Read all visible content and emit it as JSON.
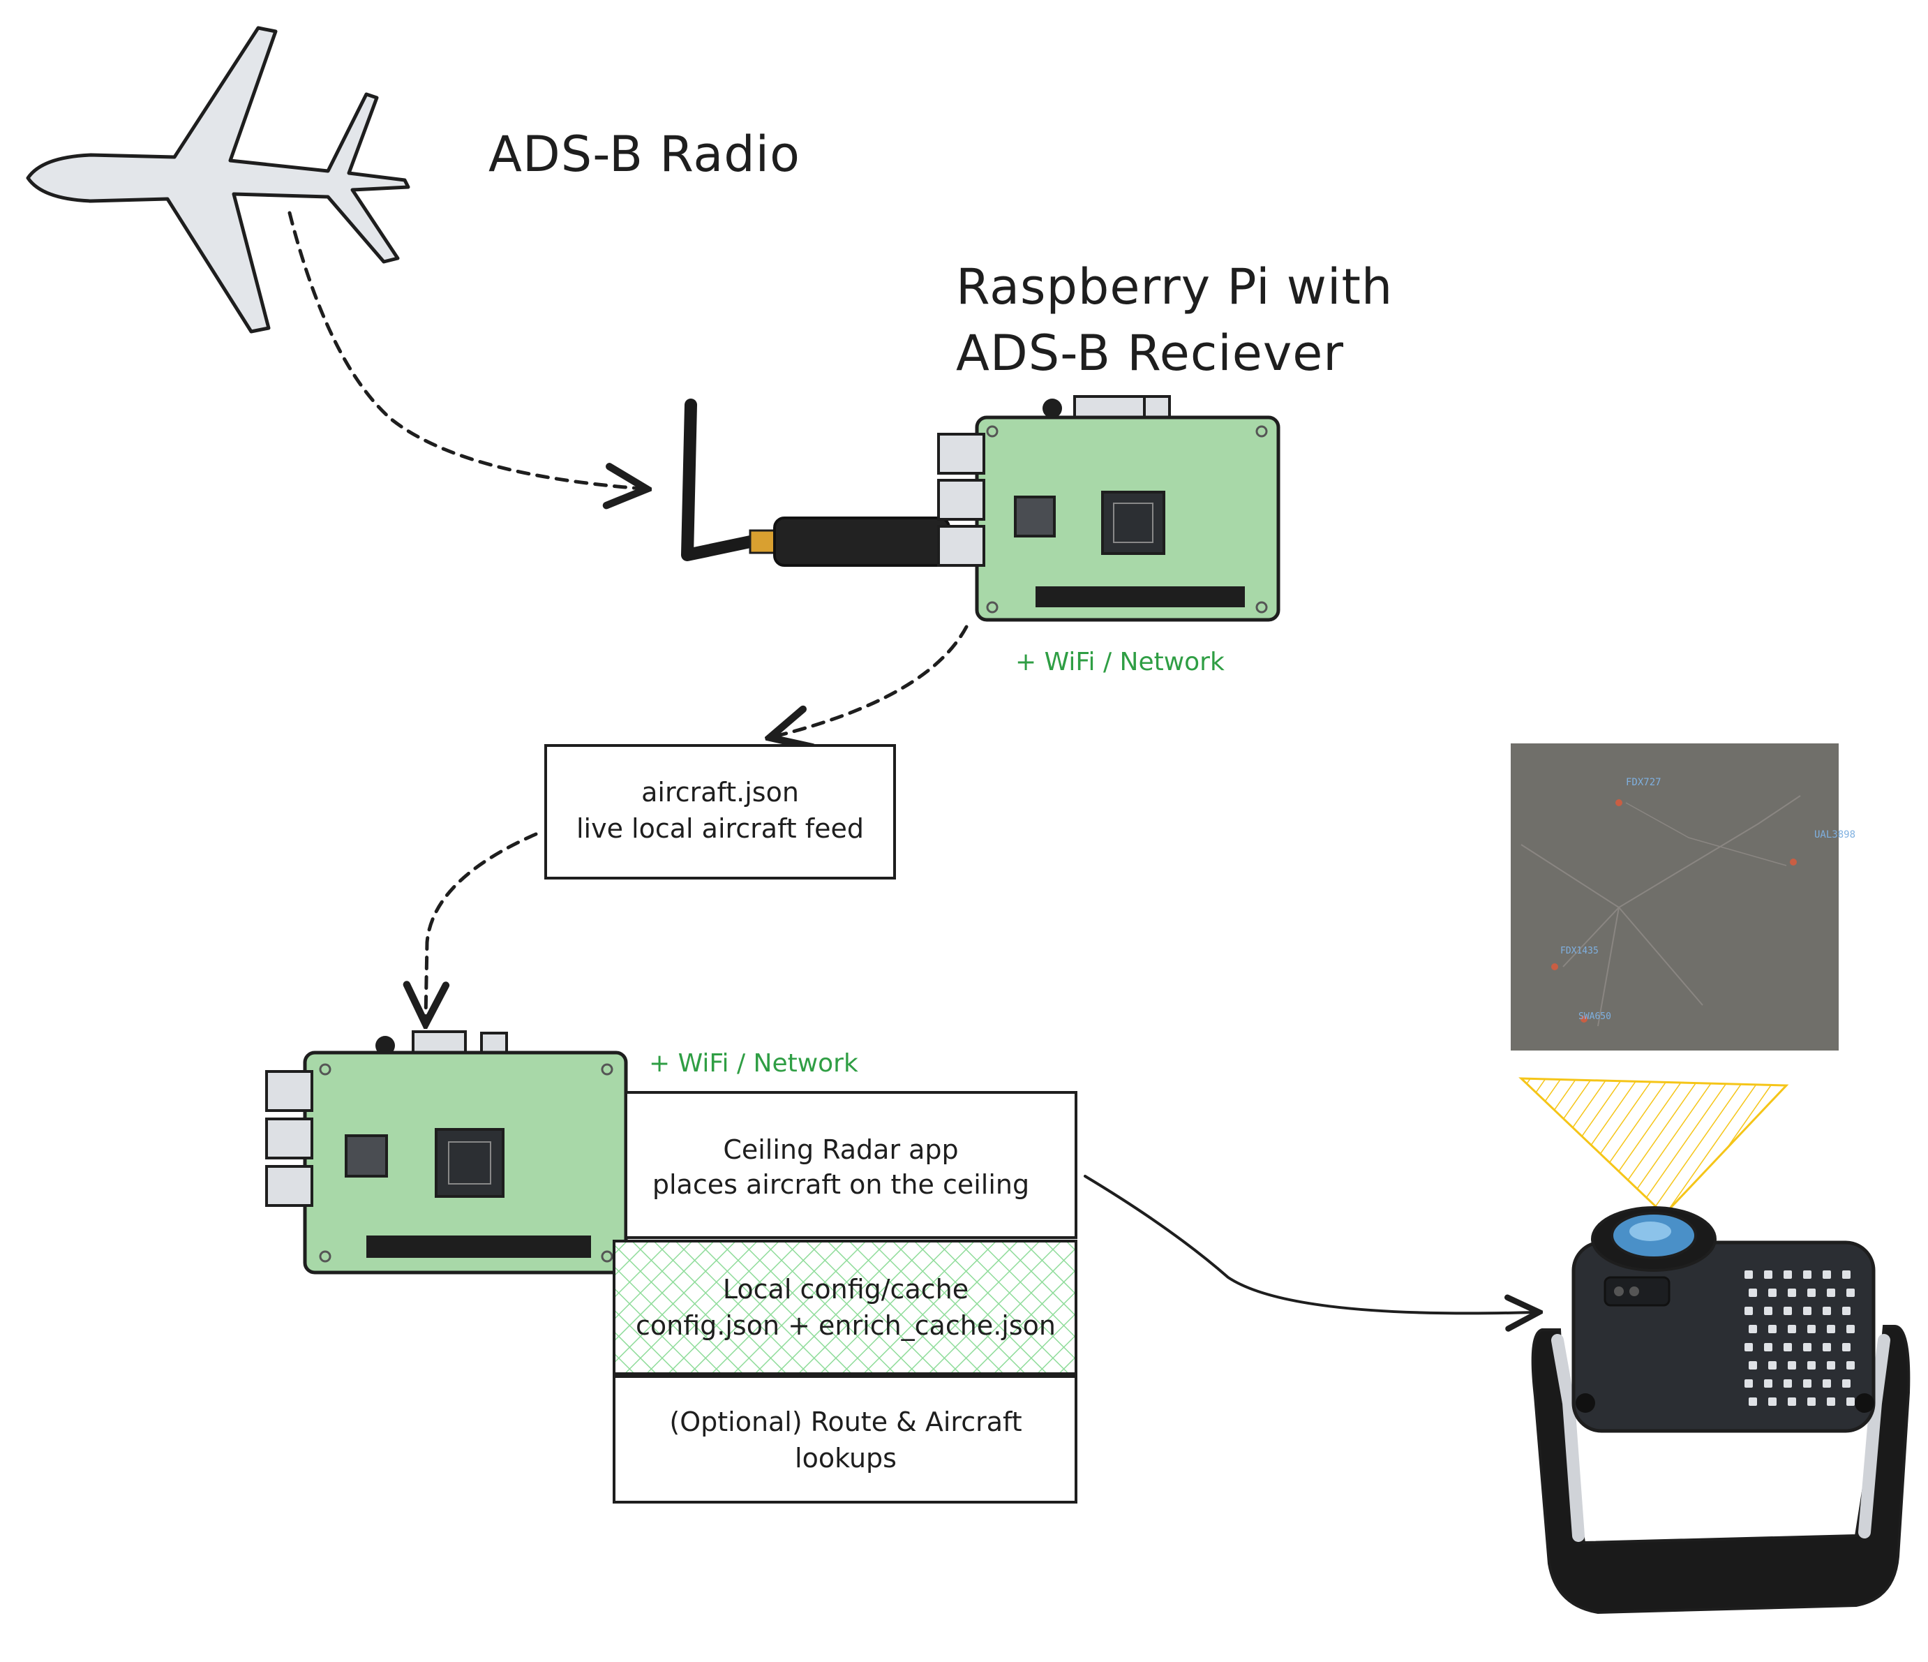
{
  "labels": {
    "radio_title": "ADS-B Radio",
    "receiver_title_line1": "Raspberry Pi with",
    "receiver_title_line2": "ADS-B Reciever",
    "network_1": "+ WiFi / Network",
    "network_2": "+ WiFi / Network"
  },
  "boxes": {
    "feed": {
      "line1": "aircraft.json",
      "line2": "live local aircraft feed"
    },
    "app": {
      "line1": "Ceiling Radar app",
      "line2": "places aircraft on the ceiling"
    },
    "config": {
      "line1": "Local config/cache",
      "line2": "config.json + enrich_cache.json"
    },
    "lookups": {
      "line1": "(Optional) Route & Aircraft",
      "line2": "lookups"
    }
  },
  "ceiling_preview": {
    "flights": [
      {
        "callsign": "FDX727"
      },
      {
        "callsign": "UAL3898"
      },
      {
        "callsign": "FDX1435"
      },
      {
        "callsign": "SWA650"
      }
    ]
  },
  "colors": {
    "ink": "#1e1e1e",
    "board_green": "#a8d8a8",
    "network_green": "#2f9e44",
    "hatch_green": "#b2f2bb",
    "beam_yellow": "#f5c518",
    "projector_body": "#2b2e33",
    "lens_blue": "#4a90c8",
    "preview_bg": "#6b6a66",
    "preview_text": "#7fb0e0"
  }
}
